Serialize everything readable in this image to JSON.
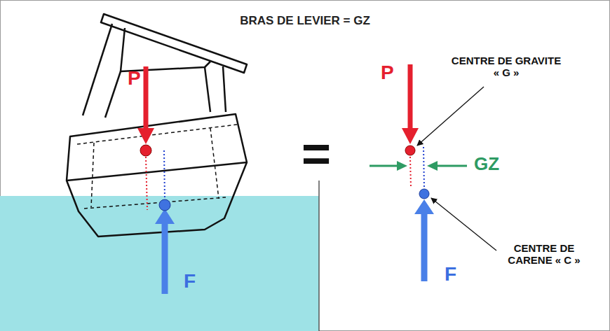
{
  "diagram": {
    "title": "BRAS DE LEVIER = GZ",
    "labels": [
      "P",
      "F",
      "=",
      "P",
      "GZ",
      "CENTRE DE GRAVITE « G »",
      "CENTRE DE CARENE « C »",
      "F"
    ]
  }
}
